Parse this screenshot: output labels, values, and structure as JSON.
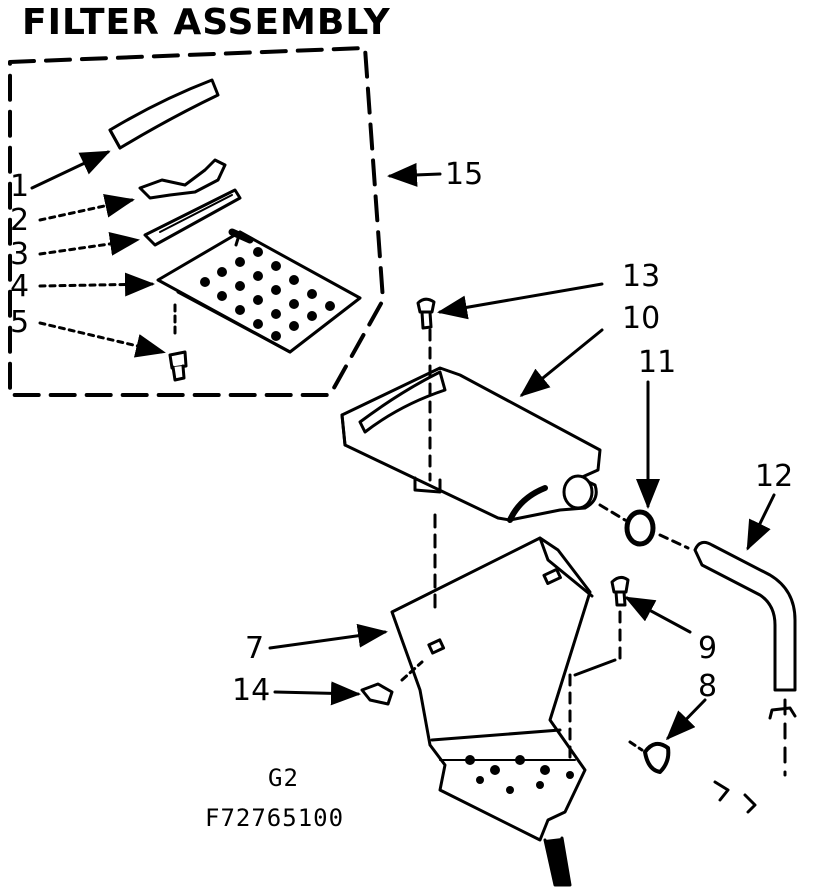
{
  "title": "FILTER ASSEMBLY",
  "callouts": {
    "p1": "1",
    "p2": "2",
    "p3": "3",
    "p4": "4",
    "p5": "5",
    "p7": "7",
    "p8": "8",
    "p9": "9",
    "p10": "10",
    "p11": "11",
    "p12": "12",
    "p13": "13",
    "p14": "14",
    "p15": "15"
  },
  "codes": {
    "group": "G2",
    "figure": "F72765100"
  }
}
